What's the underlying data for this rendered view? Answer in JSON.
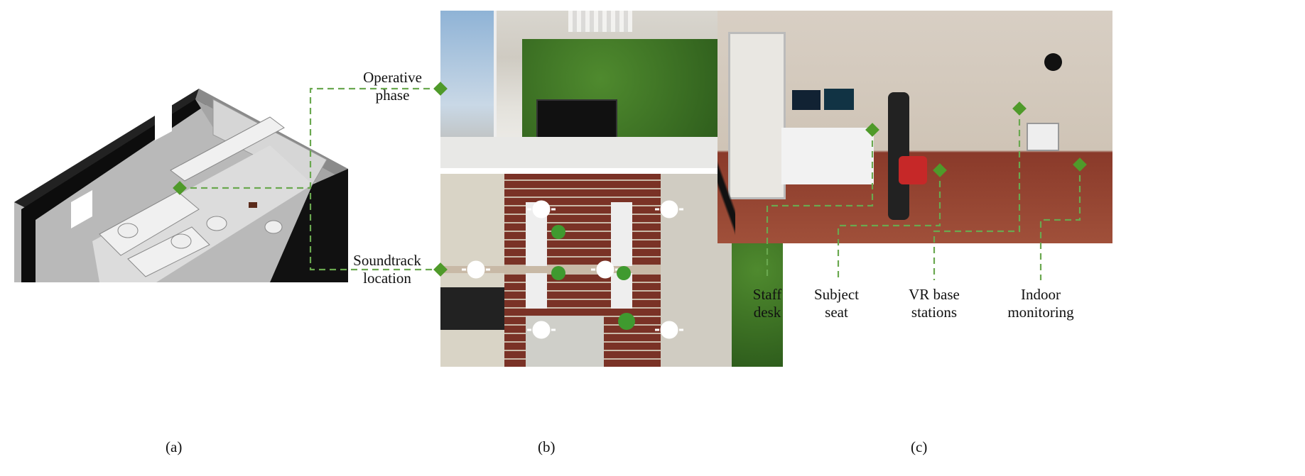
{
  "labels": {
    "operative_phase": "Operative phase",
    "soundtrack_location": "Soundtrack location",
    "staff_desk": "Staff desk",
    "subject_seat": "Subject seat",
    "vr_base_stations": "VR base stations",
    "indoor_monitoring": "Indoor monitoring"
  },
  "captions": {
    "a": "(a)",
    "b": "(b)",
    "c": "(c)"
  },
  "colors": {
    "annotation_green": "#6aa84f",
    "marker_green": "#4f9a2a"
  }
}
